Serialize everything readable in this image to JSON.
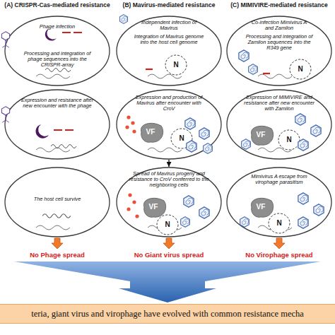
{
  "diagram": {
    "nodes": [
      {
        "text": [
          "Phage infection",
          "Processing and integration of phage sequences into the CRISPR-array"
        ]
      },
      {
        "text": [
          "Independent infection of Mavirus",
          "Integration of Mavirus genome into the host cell genome"
        ]
      },
      {
        "text": [
          "N"
        ],
        "in": 1
      },
      {
        "text": [
          "Co-infection Mimivirus A and Zamilon",
          "Processing and integration of Zamilon sequences into the R349 gene"
        ]
      },
      {
        "text": [
          "N"
        ],
        "in": 3
      },
      {
        "text": [
          "Expression and resistance after new encounter with the phage"
        ]
      },
      {
        "text": [
          "Expression and production of Mavirus after encounter with CroV"
        ]
      },
      {
        "text": [
          "VF"
        ],
        "in": 6
      },
      {
        "text": [
          "N"
        ],
        "in": 6
      },
      {
        "text": [
          "Expression of MIMIVIRE and resistance after new encounter with Zamilon"
        ]
      },
      {
        "text": [
          "VF"
        ],
        "in": 9
      },
      {
        "text": [
          "N"
        ],
        "in": 9
      },
      {
        "text": [
          "The host cell survive"
        ]
      },
      {
        "text": [
          "Spread of Mavirus progeny and resistance to CroV conferred to the neighboring cells"
        ]
      },
      {
        "text": [
          "VF"
        ],
        "in": 13
      },
      {
        "text": [
          "N"
        ],
        "in": 13
      },
      {
        "text": [
          "Mimivirus A escape from virophage parasitism"
        ]
      },
      {
        "text": [
          "VF"
        ],
        "in": 16
      },
      {
        "text": [
          "N"
        ],
        "in": 16
      },
      {
        "text": [
          "teria, giant virus and virophage have evolved with common resistance mecha"
        ]
      }
    ],
    "edges": [
      {
        "from": 6,
        "to": 13,
        "arrow": "to"
      }
    ],
    "labels": [
      "(A) CRISPR-Cas-mediated resistance",
      "(B) Mavirus-mediated resistance",
      "(C) MIMIVIRE-mediated resistance",
      "No Phage spread",
      "No Giant virus spread",
      "No Virophage spread"
    ]
  }
}
